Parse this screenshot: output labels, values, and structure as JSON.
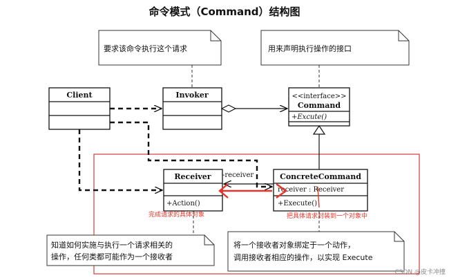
{
  "title": "命令模式（Command）结构图",
  "notes": {
    "invoker_note": "要求该命令执行这个请求",
    "command_note": "用来声明执行操作的接口",
    "receiver_note_line1": "知道如何实施与执行一个请求相关的",
    "receiver_note_line2": "操作，任何类都可能作为一个接收者",
    "concrete_note_line1": "将一个接收者对象绑定于一个动作，",
    "concrete_note_line2": "调用接收者相应的操作，以实现 Execute"
  },
  "classes": {
    "client": {
      "name": "Client"
    },
    "invoker": {
      "name": "Invoker"
    },
    "command": {
      "stereotype": "<<interface>>",
      "name": "Command",
      "operation": "+Excute()"
    },
    "receiver": {
      "name": "Receiver",
      "operation": "+Action()"
    },
    "concrete": {
      "name": "ConcreteCommand",
      "attribute": "receiver  : Receiver",
      "operation": "+Execute()"
    }
  },
  "labels": {
    "receiver_role": "-receiver"
  },
  "annotations": {
    "receiver_red": "完成请求的具体对象",
    "concrete_red": "把具体请求封装到一个对象中"
  },
  "colors": {
    "line": "#111111",
    "annotation_red": "#e8342a",
    "highlight_box": "#d33a3a",
    "note_fill": "#ffffff"
  },
  "watermark": "CSDN @皮卡冲撞"
}
